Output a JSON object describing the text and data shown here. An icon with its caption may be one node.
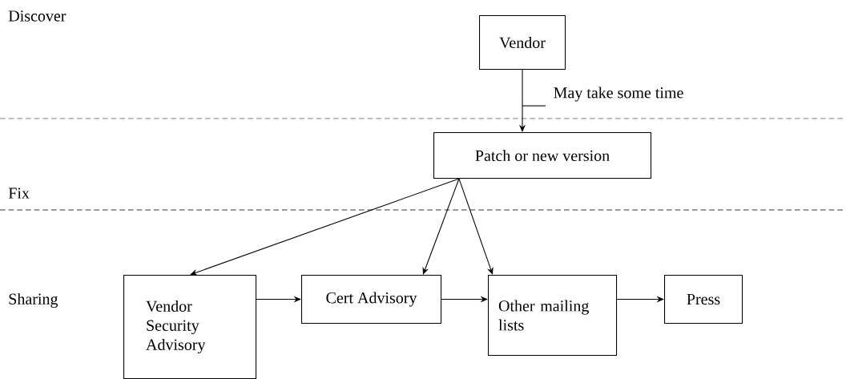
{
  "diagram": {
    "nodes": [
      {
        "text": [
          "Vendor"
        ]
      },
      {
        "text": [
          "May take some time"
        ]
      },
      {
        "text": [
          "Patch or new version"
        ]
      },
      {
        "text": [
          "Vendor Security Advisory"
        ]
      },
      {
        "text": [
          "Cert Advisory"
        ]
      },
      {
        "text": [
          "Other mailing lists"
        ]
      },
      {
        "text": [
          "Press"
        ]
      }
    ],
    "edges": [
      {
        "from": 0,
        "to": 2,
        "arrow": "to"
      },
      {
        "from": 1,
        "to": null,
        "arrow": "none"
      },
      {
        "from": 2,
        "to": 3,
        "arrow": "to"
      },
      {
        "from": 2,
        "to": 4,
        "arrow": "to"
      },
      {
        "from": 2,
        "to": 5,
        "arrow": "to"
      },
      {
        "from": 3,
        "to": 4,
        "arrow": "to"
      },
      {
        "from": 4,
        "to": 5,
        "arrow": "to"
      },
      {
        "from": 5,
        "to": 6,
        "arrow": "to"
      }
    ],
    "labels": [
      "Discover",
      "Fix",
      "Sharing"
    ]
  }
}
